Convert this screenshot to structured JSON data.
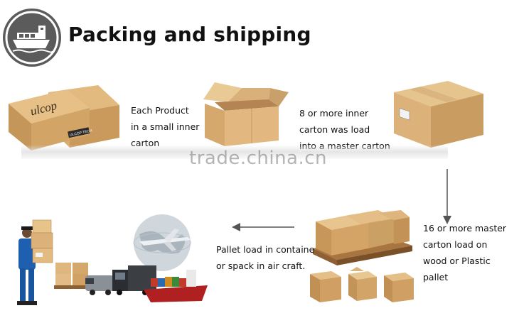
{
  "header": {
    "title": "Packing and shipping",
    "icon": "cargo-ship-icon"
  },
  "steps": [
    {
      "lines": [
        "Each Product",
        "in a small inner",
        "carton"
      ]
    },
    {
      "lines": [
        "8 or more inner",
        "carton was load",
        "into a master carton"
      ]
    },
    {
      "lines": [
        "16 or more master",
        "carton  load on",
        "wood or Plastic",
        "pallet"
      ]
    },
    {
      "lines": [
        "Pallet load in containe",
        "or spack in air craft."
      ]
    }
  ],
  "box_labels": {
    "small_carton_brand": "ulcop",
    "small_carton_tag": "ULCOP TECH"
  },
  "watermark": "trade.china.cn",
  "colors": {
    "carton": "#d6a86c",
    "carton_dark": "#b98a52",
    "icon_bg": "#5b5b5b",
    "arrow": "#555555",
    "worker": "#1e5fb0"
  }
}
